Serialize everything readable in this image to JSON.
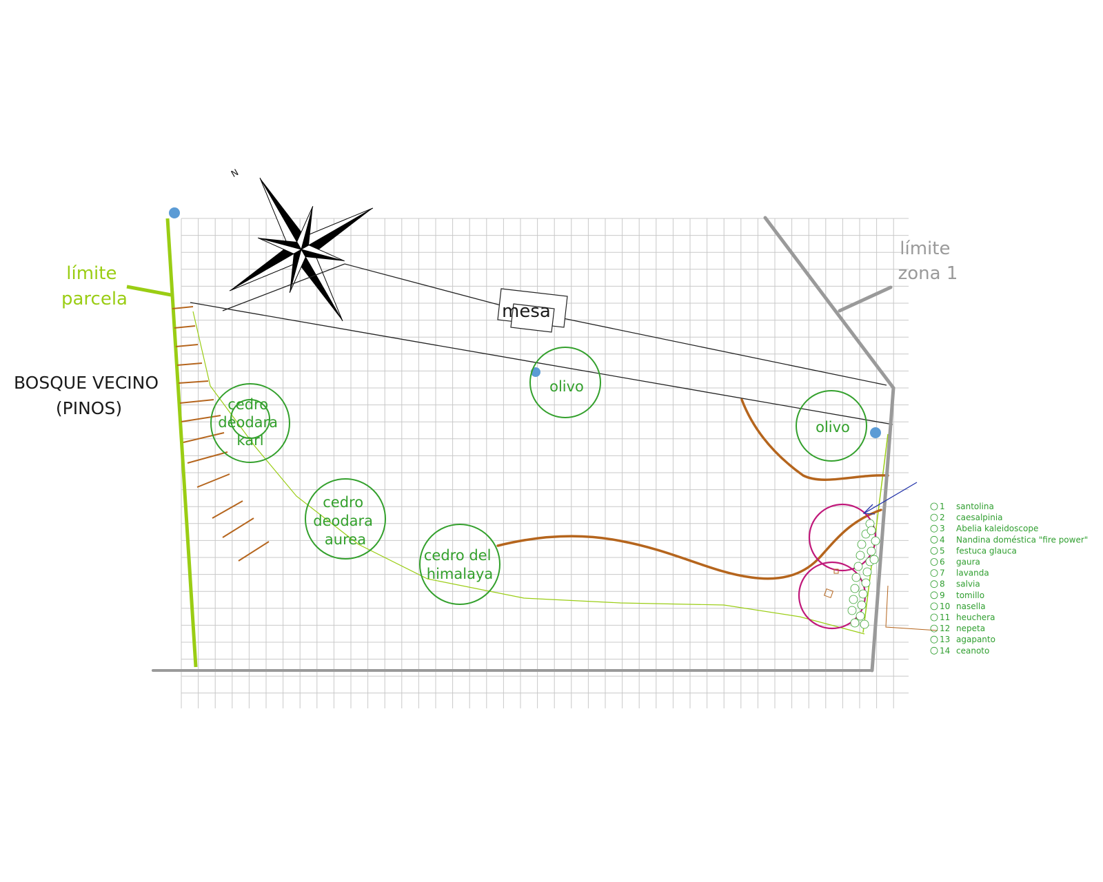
{
  "labels": {
    "bosque_line1": "BOSQUE VECINO",
    "bosque_line2": "(PINOS)",
    "limite_parcela_line1": "límite",
    "limite_parcela_line2": "parcela",
    "limite_zona_line1": "límite",
    "limite_zona_line2": "zona 1",
    "mesa": "mesa",
    "compass_n": "N"
  },
  "trees": [
    {
      "id": "cedro-deodara-karl",
      "lines": [
        "cedro",
        "deodara",
        "karl"
      ]
    },
    {
      "id": "cedro-deodara-aurea",
      "lines": [
        "cedro",
        "deodara",
        "aurea"
      ]
    },
    {
      "id": "cedro-del-himalaya",
      "lines": [
        "cedro del",
        "himalaya"
      ]
    },
    {
      "id": "olivo-center",
      "lines": [
        "olivo"
      ]
    },
    {
      "id": "olivo-right",
      "lines": [
        "olivo"
      ]
    }
  ],
  "legend": [
    {
      "num": "1",
      "name": "santolina"
    },
    {
      "num": "2",
      "name": "caesalpinia"
    },
    {
      "num": "3",
      "name": "Abelia kaleidoscope"
    },
    {
      "num": "4",
      "name": "Nandina doméstica \"fire power\""
    },
    {
      "num": "5",
      "name": "festuca glauca"
    },
    {
      "num": "6",
      "name": "gaura"
    },
    {
      "num": "7",
      "name": "lavanda"
    },
    {
      "num": "8",
      "name": "salvia"
    },
    {
      "num": "9",
      "name": "tomillo"
    },
    {
      "num": "10",
      "name": "nasella"
    },
    {
      "num": "11",
      "name": "heuchera"
    },
    {
      "num": "12",
      "name": "nepeta"
    },
    {
      "num": "13",
      "name": "agapanto"
    },
    {
      "num": "14",
      "name": "ceanoto"
    }
  ],
  "colors": {
    "grid": "#c8c8c8",
    "plot_boundary": "#9acd14",
    "zone_boundary": "#9a9a9a",
    "tree_circle": "#33a02c",
    "path_brown": "#b5651d",
    "magenta_circle": "#c0187a",
    "water_point": "#5b9bd5",
    "arrow_blue": "#2233aa"
  }
}
